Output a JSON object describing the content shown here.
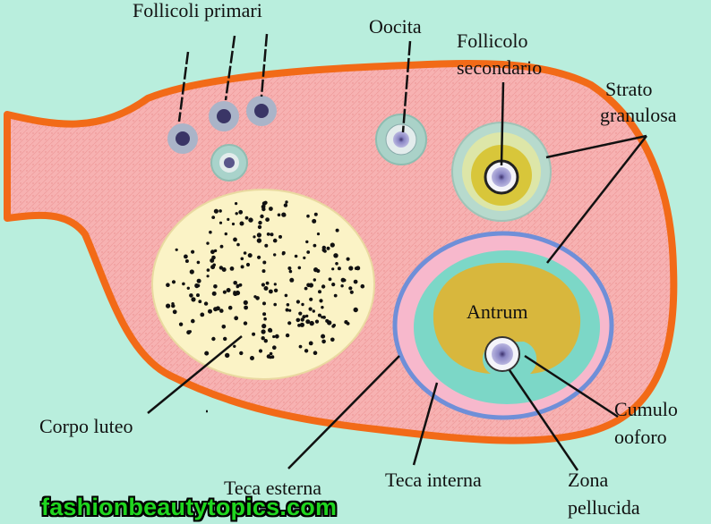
{
  "labels": {
    "follicoli_primari": "Follicoli primari",
    "oocita": "Oocita",
    "follicolo_secondario_1": "Follicolo",
    "follicolo_secondario_2": "secondario",
    "strato_granulosa_1": "Strato",
    "strato_granulosa_2": "granulosa",
    "antrum": "Antrum",
    "corpo_luteo": "Corpo luteo",
    "cumulo_ooforo_1": "Cumulo",
    "cumulo_ooforo_2": "ooforo",
    "teca_esterna": "Teca esterna",
    "teca_interna": "Teca interna",
    "zona_pellucida_1": "Zona",
    "zona_pellucida_2": "pellucida"
  },
  "watermark": "fashionbeautytopics.com",
  "colors": {
    "background": "#b9eedd",
    "ovary_fill": "#f7b2b2",
    "ovary_border": "#f26a17",
    "corpus_luteum": "#fbf3c6",
    "theca_externa": "#f7b8cc",
    "theca_interna": "#7cd7c7",
    "antrum": "#d8b73d",
    "oocyte": "#8a86c4",
    "watermark_text": "#1fd61f"
  }
}
